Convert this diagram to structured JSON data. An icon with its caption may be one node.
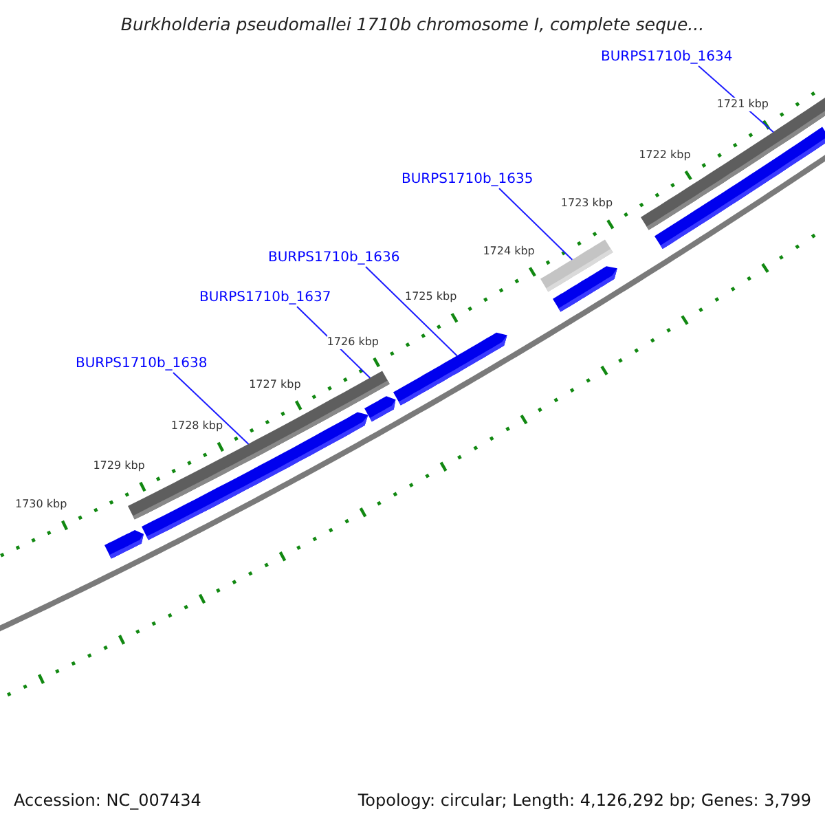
{
  "diagram": {
    "title": "Burkholderia pseudomallei 1710b chromosome I, complete seque...",
    "nodes": [
      {
        "text": [
          "BURPS1710b_1634"
        ]
      },
      {
        "text": [
          "BURPS1710b_1635"
        ]
      },
      {
        "text": [
          "BURPS1710b_1636"
        ]
      },
      {
        "text": [
          "BURPS1710b_1637"
        ]
      },
      {
        "text": [
          "BURPS1710b_1638"
        ]
      },
      {
        "text": [],
        "shape": "bar"
      },
      {
        "text": [],
        "shape": "bar"
      },
      {
        "text": [],
        "shape": "bar"
      },
      {
        "text": [],
        "shape": "bar"
      },
      {
        "text": [],
        "shape": "bar"
      },
      {
        "text": [],
        "shape": "bar"
      },
      {
        "text": [],
        "shape": "bar"
      },
      {
        "text": [],
        "shape": "bar"
      },
      {
        "text": [],
        "shape": "bar"
      }
    ],
    "edges": [
      {
        "from": 0,
        "to": 7,
        "arrow": "none"
      },
      {
        "from": 1,
        "to": 6,
        "arrow": "none"
      },
      {
        "from": 2,
        "to": 11,
        "arrow": "none"
      },
      {
        "from": 3,
        "to": 5,
        "arrow": "none"
      },
      {
        "from": 4,
        "to": 5,
        "arrow": "none"
      }
    ],
    "labels": [
      "1721 kbp",
      "1722 kbp",
      "1723 kbp",
      "1724 kbp",
      "1725 kbp",
      "1726 kbp",
      "1727 kbp",
      "1728 kbp",
      "1729 kbp",
      "1730 kbp",
      "Accession: NC_007434",
      "Topology: circular; Length: 4,126,292 bp; Genes: 3,799"
    ]
  }
}
